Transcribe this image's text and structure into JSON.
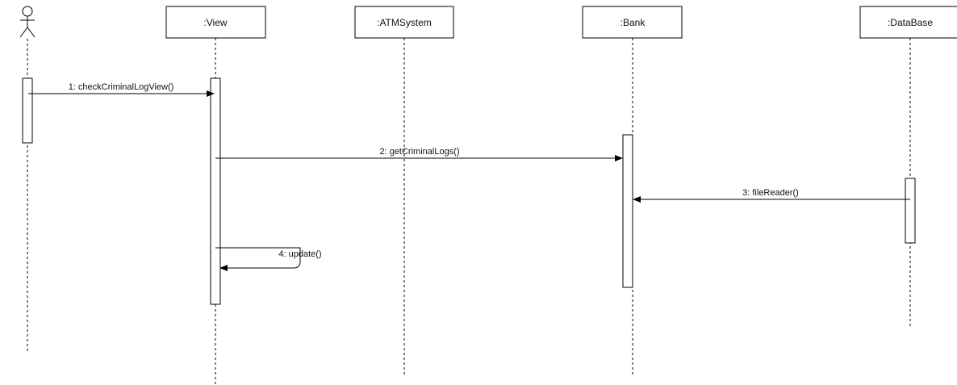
{
  "diagram": {
    "lifelines": [
      {
        "id": "actor",
        "label": ""
      },
      {
        "id": "view",
        "label": ":View"
      },
      {
        "id": "atm",
        "label": ":ATMSystem"
      },
      {
        "id": "bank",
        "label": ":Bank"
      },
      {
        "id": "db",
        "label": ":DataBase"
      }
    ],
    "messages": [
      {
        "id": "m1",
        "label": "1: checkCriminalLogView()",
        "from": "actor",
        "to": "view"
      },
      {
        "id": "m2",
        "label": "2: getCriminalLogs()",
        "from": "view",
        "to": "bank"
      },
      {
        "id": "m3",
        "label": "3: fileReader()",
        "from": "db",
        "to": "bank"
      },
      {
        "id": "m4",
        "label": "4: update()",
        "from": "view",
        "to": "view"
      }
    ]
  }
}
